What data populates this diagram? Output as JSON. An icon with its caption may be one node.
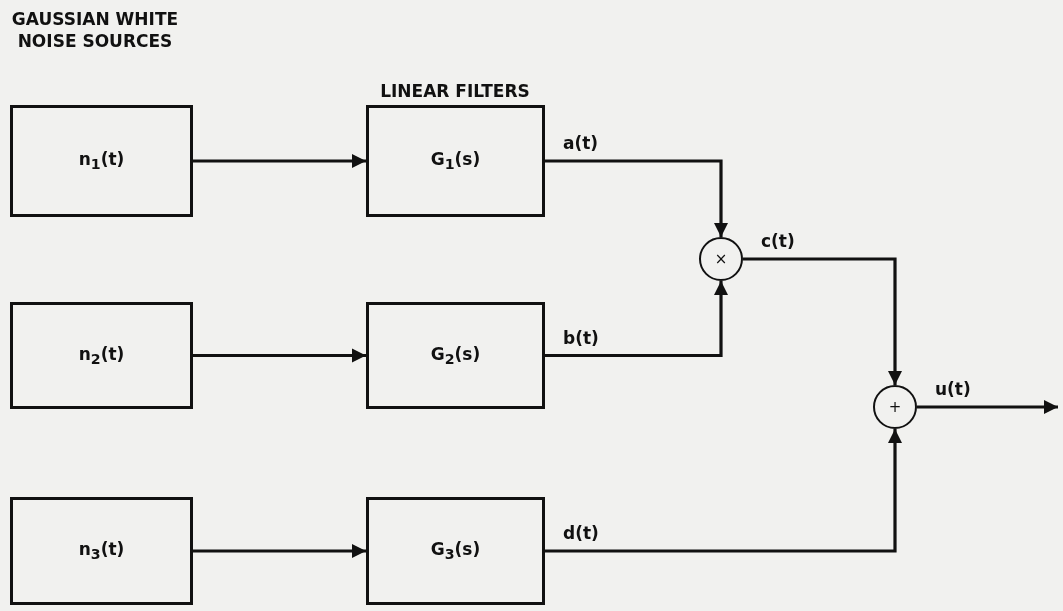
{
  "diagram": {
    "nodes": [
      {
        "text": [
          "n$_{1}$(t)"
        ]
      },
      {
        "text": [
          "G$_{1}$(s)"
        ]
      },
      {
        "text": [
          "n$_{2}$(t)"
        ]
      },
      {
        "text": [
          "G$_{2}$(s)"
        ]
      },
      {
        "text": [
          "n$_{3}$(t)"
        ]
      },
      {
        "text": [
          "G$_{3}$(s)"
        ]
      },
      {
        "text": [
          "×"
        ]
      },
      {
        "text": [
          "+"
        ]
      }
    ],
    "edges": [
      {
        "from": 0,
        "to": 1,
        "arrow": "to"
      },
      {
        "from": 1,
        "to": 6,
        "arrow": "to",
        "label": "a(t)"
      },
      {
        "from": 2,
        "to": 3,
        "arrow": "to"
      },
      {
        "from": 3,
        "to": 6,
        "arrow": "to",
        "label": "b(t)"
      },
      {
        "from": 6,
        "to": 7,
        "arrow": "to",
        "label": "c(t)"
      },
      {
        "from": 4,
        "to": 5,
        "arrow": "to"
      },
      {
        "from": 5,
        "to": 7,
        "arrow": "to",
        "label": "d(t)"
      },
      {
        "from": 7,
        "to": null,
        "arrow": "to",
        "label": "u(t)"
      }
    ],
    "labels": [
      "GAUSSIAN WHITE NOISE SOURCES",
      "LINEAR FILTERS"
    ]
  }
}
